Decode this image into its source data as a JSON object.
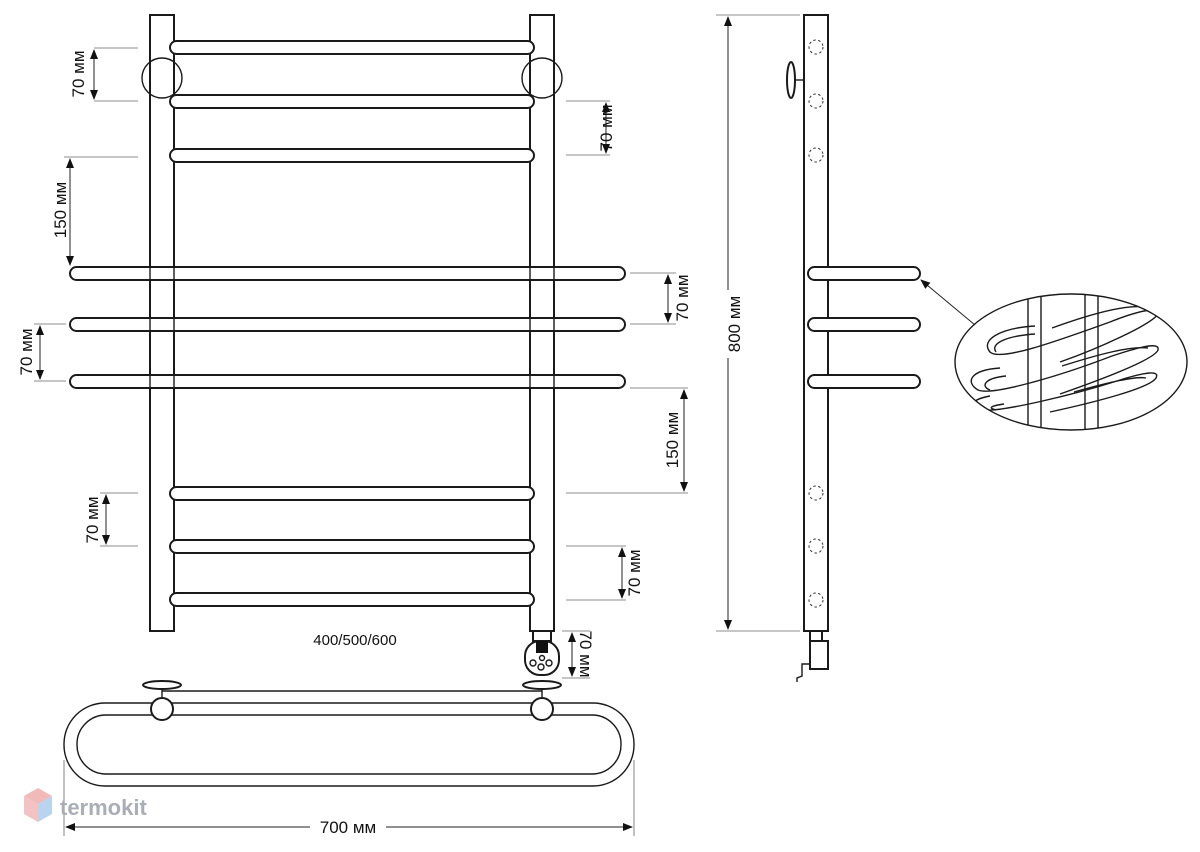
{
  "labels": {
    "dim_70": "70 мм",
    "dim_150": "150 мм",
    "dim_800": "800 мм",
    "dim_700": "700 мм",
    "width_options": "400/500/600"
  },
  "brand": {
    "name": "termokit",
    "colors": {
      "top": "#f2b9b9",
      "left": "#f3c2c2",
      "right": "#b9d4ef"
    }
  },
  "colors": {
    "ink": "#1a1a1a",
    "background": "#ffffff"
  }
}
